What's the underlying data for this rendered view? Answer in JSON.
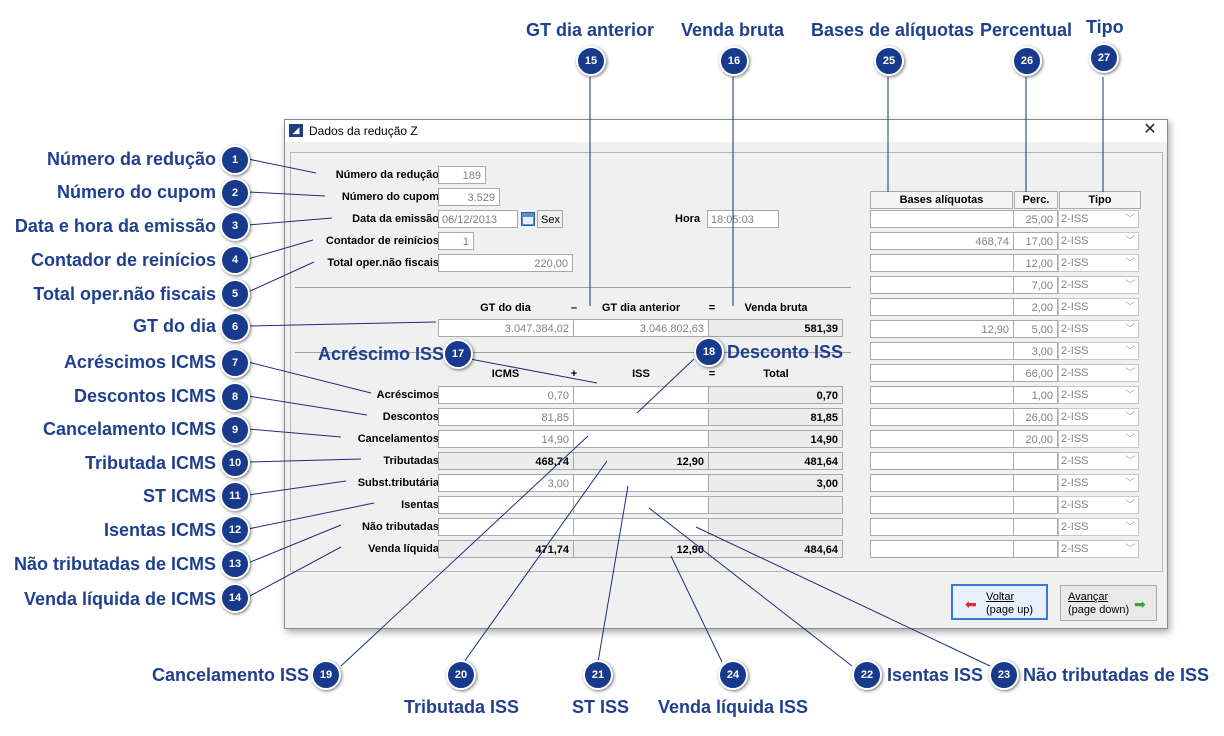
{
  "window": {
    "title": "Dados da redução Z",
    "close_symbol": "✕"
  },
  "form": {
    "numero_reducao": {
      "label": "Número da redução",
      "value": "189"
    },
    "numero_cupom": {
      "label": "Número do cupom",
      "value": "3.529"
    },
    "data_emissao": {
      "label": "Data da emissão",
      "value": "06/12/2013",
      "weekday": "Sex"
    },
    "hora": {
      "label": "Hora",
      "value": "18:05:03"
    },
    "contador_reinicios": {
      "label": "Contador de reinícios",
      "value": "1"
    },
    "total_oper_nao_fiscais": {
      "label": "Total oper.não fiscais",
      "value": "220,00"
    }
  },
  "gt": {
    "headers": {
      "gt_dia": "GT do dia",
      "minus": "–",
      "gt_anterior": "GT dia anterior",
      "equals": "=",
      "venda_bruta": "Venda bruta"
    },
    "values": {
      "gt_dia": "3.047.384,02",
      "gt_anterior": "3.046.802,63",
      "venda_bruta": "581,39"
    }
  },
  "totals_table": {
    "headers": {
      "icms": "ICMS",
      "plus": "+",
      "iss": "ISS",
      "equals": "=",
      "total": "Total"
    },
    "rows": [
      {
        "label": "Acréscimos",
        "icms": "0,70",
        "iss": "",
        "total": "0,70"
      },
      {
        "label": "Descontos",
        "icms": "81,85",
        "iss": "",
        "total": "81,85"
      },
      {
        "label": "Cancelamentos",
        "icms": "14,90",
        "iss": "",
        "total": "14,90"
      },
      {
        "label": "Tributadas",
        "icms": "468,74",
        "iss": "12,90",
        "total": "481,64"
      },
      {
        "label": "Subst.tributária",
        "icms": "3,00",
        "iss": "",
        "total": "3,00"
      },
      {
        "label": "Isentas",
        "icms": "",
        "iss": "",
        "total": ""
      },
      {
        "label": "Não tributadas",
        "icms": "",
        "iss": "",
        "total": ""
      },
      {
        "label": "Venda líquida",
        "icms": "471,74",
        "iss": "12,90",
        "total": "484,64"
      }
    ]
  },
  "aliquotas": {
    "headers": {
      "bases": "Bases alíquotas",
      "perc": "Perc.",
      "tipo": "Tipo"
    },
    "rows": [
      {
        "base": "",
        "perc": "25,00",
        "tipo": "2-ISS"
      },
      {
        "base": "468,74",
        "perc": "17,00",
        "tipo": "2-ISS"
      },
      {
        "base": "",
        "perc": "12,00",
        "tipo": "2-ISS"
      },
      {
        "base": "",
        "perc": "7,00",
        "tipo": "2-ISS"
      },
      {
        "base": "",
        "perc": "2,00",
        "tipo": "2-ISS"
      },
      {
        "base": "12,90",
        "perc": "5,00",
        "tipo": "2-ISS"
      },
      {
        "base": "",
        "perc": "3,00",
        "tipo": "2-ISS"
      },
      {
        "base": "",
        "perc": "66,00",
        "tipo": "2-ISS"
      },
      {
        "base": "",
        "perc": "1,00",
        "tipo": "2-ISS"
      },
      {
        "base": "",
        "perc": "26,00",
        "tipo": "2-ISS"
      },
      {
        "base": "",
        "perc": "20,00",
        "tipo": "2-ISS"
      },
      {
        "base": "",
        "perc": "",
        "tipo": "2-ISS"
      },
      {
        "base": "",
        "perc": "",
        "tipo": "2-ISS"
      },
      {
        "base": "",
        "perc": "",
        "tipo": "2-ISS"
      },
      {
        "base": "",
        "perc": "",
        "tipo": "2-ISS"
      },
      {
        "base": "",
        "perc": "",
        "tipo": "2-ISS"
      }
    ]
  },
  "buttons": {
    "voltar": {
      "line1": "Voltar",
      "line2": "(page up)"
    },
    "avancar": {
      "line1": "Avançar",
      "line2": "(page down)"
    }
  },
  "callouts": [
    {
      "n": "1",
      "text": "Número da redução"
    },
    {
      "n": "2",
      "text": "Número do cupom"
    },
    {
      "n": "3",
      "text": "Data e hora da emissão"
    },
    {
      "n": "4",
      "text": "Contador de reinícios"
    },
    {
      "n": "5",
      "text": "Total oper.não fiscais"
    },
    {
      "n": "6",
      "text": "GT do dia"
    },
    {
      "n": "7",
      "text": "Acréscimos ICMS"
    },
    {
      "n": "8",
      "text": "Descontos ICMS"
    },
    {
      "n": "9",
      "text": "Cancelamento ICMS"
    },
    {
      "n": "10",
      "text": "Tributada ICMS"
    },
    {
      "n": "11",
      "text": "ST ICMS"
    },
    {
      "n": "12",
      "text": "Isentas ICMS"
    },
    {
      "n": "13",
      "text": "Não tributadas de ICMS"
    },
    {
      "n": "14",
      "text": "Venda líquida de ICMS"
    },
    {
      "n": "15",
      "text": "GT dia anterior"
    },
    {
      "n": "16",
      "text": "Venda bruta"
    },
    {
      "n": "17",
      "text": "Acréscimo ISS"
    },
    {
      "n": "18",
      "text": "Desconto ISS"
    },
    {
      "n": "19",
      "text": "Cancelamento ISS"
    },
    {
      "n": "20",
      "text": "Tributada ISS"
    },
    {
      "n": "21",
      "text": "ST ISS"
    },
    {
      "n": "22",
      "text": "Isentas ISS"
    },
    {
      "n": "23",
      "text": "Não tributadas de ISS"
    },
    {
      "n": "24",
      "text": "Venda líquida ISS"
    },
    {
      "n": "25",
      "text": "Bases de alíquotas"
    },
    {
      "n": "26",
      "text": "Percentual"
    },
    {
      "n": "27",
      "text": "Tipo"
    }
  ]
}
